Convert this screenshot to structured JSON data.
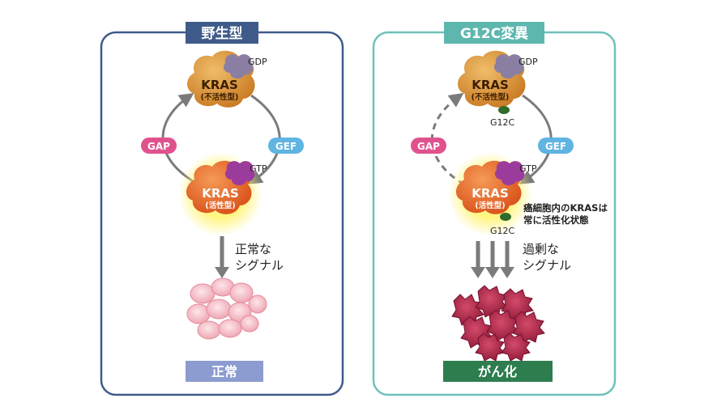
{
  "colors": {
    "wild_border": "#3f5b8a",
    "wild_header": "#3f5b8a",
    "mut_border": "#6fc1ba",
    "mut_header": "#5eb7af",
    "gap_pill": "#e0528e",
    "gef_pill": "#5fb4e2",
    "arrow_gray": "#7b7b7b",
    "inactive_protein": "#d9953a",
    "active_protein": "#e56321",
    "gdp_purple": "#8a7fa3",
    "gtp_purple": "#9b3c9c",
    "g12c_green": "#2f6b2c",
    "normal_cells": "#f2b6c0",
    "cancer_cells": "#b3284c",
    "normal_label_bg": "#8c9cd0",
    "cancer_label_bg": "#2e7d4f"
  },
  "panels": [
    {
      "id": "wild",
      "header": "野生型",
      "inactive_kras": "KRAS",
      "inactive_state": "(不活性型)",
      "gdp": "GDP",
      "active_kras": "KRAS",
      "active_state": "(活性型)",
      "gtp": "GTP",
      "gap": "GAP",
      "gef": "GEF",
      "signal_line1": "正常な",
      "signal_line2": "シグナル",
      "result": "正常"
    },
    {
      "id": "mut",
      "header": "G12C変異",
      "inactive_kras": "KRAS",
      "inactive_state": "(不活性型)",
      "gdp": "GDP",
      "g12c_top": "G12C",
      "active_kras": "KRAS",
      "active_state": "(活性型)",
      "gtp": "GTP",
      "g12c_bottom": "G12C",
      "gap": "GAP",
      "gef": "GEF",
      "note_line1": "癌細胞内のKRASは",
      "note_line2": "常に活性化状態",
      "signal_line1": "過剰な",
      "signal_line2": "シグナル",
      "result": "がん化"
    }
  ]
}
